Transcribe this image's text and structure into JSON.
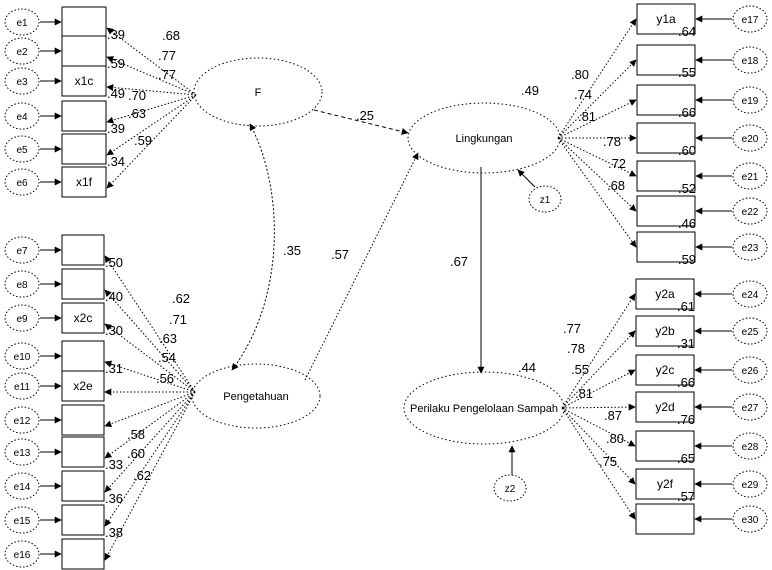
{
  "diagram": {
    "type": "structural-equation-model-path-diagram",
    "latents": [
      {
        "id": "F",
        "label": "F",
        "r2": null
      },
      {
        "id": "Lingkungan",
        "label": "Lingkungan",
        "r2": ".49"
      },
      {
        "id": "Pengetahuan",
        "label": "Pengetahuan",
        "r2": null
      },
      {
        "id": "Perilaku",
        "label": "Perilaku Pengelolaan Sampah",
        "r2": ".44"
      }
    ],
    "disturbances": [
      "z1",
      "z2"
    ],
    "structural_paths": [
      {
        "from": "F",
        "to": "Lingkungan",
        "coef": ".25"
      },
      {
        "from": "Pengetahuan",
        "to": "Lingkungan",
        "coef": ".57"
      },
      {
        "from": "Lingkungan",
        "to": "Perilaku",
        "coef": ".67"
      },
      {
        "between": [
          "F",
          "Pengetahuan"
        ],
        "coef": ".35",
        "kind": "correlation"
      }
    ],
    "groups": [
      {
        "latent": "F",
        "side": "left",
        "indicators": [
          {
            "label": "",
            "error": "e1",
            "loading": ".68",
            "r2": ".39"
          },
          {
            "label": "",
            "error": "e2",
            "loading": ".77",
            "r2": ".59"
          },
          {
            "label": "x1c",
            "error": "e3",
            "loading": ".77",
            "r2": ".49"
          },
          {
            "label": "",
            "error": "e4",
            "loading": ".70",
            "r2": ".39"
          },
          {
            "label": "",
            "error": "e5",
            "loading": ".63",
            "r2": ".34"
          },
          {
            "label": "x1f",
            "error": "e6",
            "loading": ".59",
            "r2": ""
          }
        ]
      },
      {
        "latent": "Pengetahuan",
        "side": "left",
        "indicators": [
          {
            "label": "",
            "error": "e7",
            "loading": ".62",
            "r2": ".50"
          },
          {
            "label": "",
            "error": "e8",
            "loading": ".71",
            "r2": ".40"
          },
          {
            "label": "x2c",
            "error": "e9",
            "loading": ".63",
            "r2": ".30"
          },
          {
            "label": "",
            "error": "e10",
            "loading": ".54",
            "r2": ".31"
          },
          {
            "label": "x2e",
            "error": "e11",
            "loading": ".56",
            "r2": ""
          },
          {
            "label": "",
            "error": "e12",
            "loading": ".58",
            "r2": ""
          },
          {
            "label": "",
            "error": "e13",
            "loading": ".60",
            "r2": ".33"
          },
          {
            "label": "",
            "error": "e14",
            "loading": ".62",
            "r2": ".36"
          },
          {
            "label": "",
            "error": "e15",
            "loading": "",
            "r2": ".38"
          },
          {
            "label": "",
            "error": "e16",
            "loading": "",
            "r2": ""
          }
        ]
      },
      {
        "latent": "Lingkungan",
        "side": "right",
        "indicators": [
          {
            "label": "y1a",
            "error": "e17",
            "loading": ".80",
            "r2": ".64"
          },
          {
            "label": "",
            "error": "e18",
            "loading": ".74",
            "r2": ".55"
          },
          {
            "label": "",
            "error": "e19",
            "loading": ".81",
            "r2": ".66"
          },
          {
            "label": "",
            "error": "e20",
            "loading": ".78",
            "r2": ".60"
          },
          {
            "label": "",
            "error": "e21",
            "loading": ".72",
            "r2": ".52"
          },
          {
            "label": "",
            "error": "e22",
            "loading": ".68",
            "r2": ".46"
          },
          {
            "label": "",
            "error": "e23",
            "loading": "",
            "r2": ".59"
          }
        ]
      },
      {
        "latent": "Perilaku",
        "side": "right",
        "indicators": [
          {
            "label": "y2a",
            "error": "e24",
            "loading": ".77",
            "r2": ".61"
          },
          {
            "label": "y2b",
            "error": "e25",
            "loading": ".78",
            "r2": ".31"
          },
          {
            "label": "y2c",
            "error": "e26",
            "loading": ".55",
            "r2": ".66"
          },
          {
            "label": "y2d",
            "error": "e27",
            "loading": ".81",
            "r2": ".76"
          },
          {
            "label": "",
            "error": "e28",
            "loading": ".87",
            "r2": ".65"
          },
          {
            "label": "y2f",
            "error": "e29",
            "loading": ".80",
            "r2": ".57"
          },
          {
            "label": "",
            "error": "e30",
            "loading": ".75",
            "r2": ""
          }
        ]
      }
    ]
  }
}
